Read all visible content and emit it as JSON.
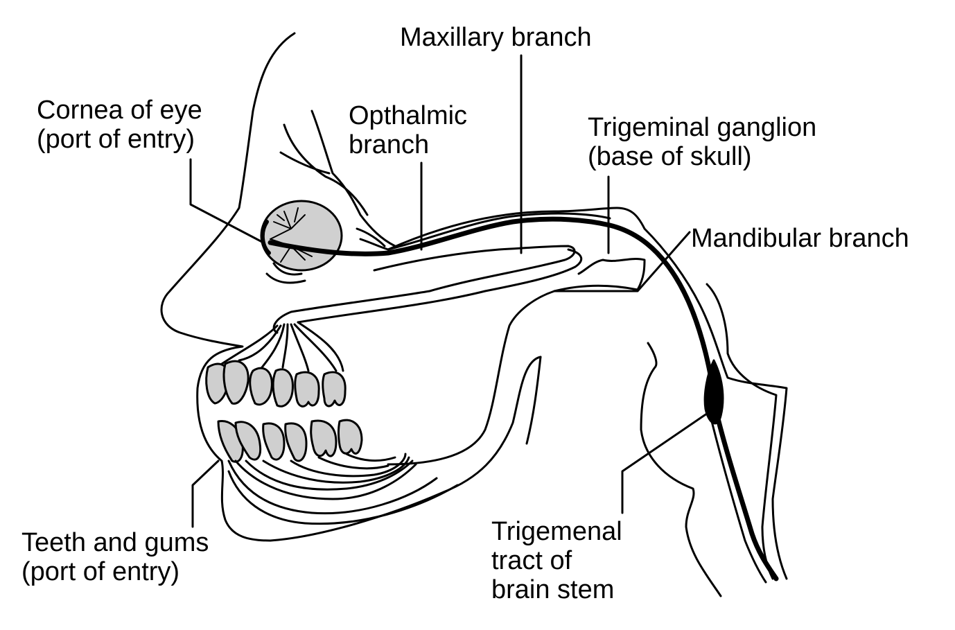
{
  "labels": {
    "maxillary": [
      "Maxillary branch"
    ],
    "cornea": [
      "Cornea of eye",
      "(port of entry)"
    ],
    "opthalmic": [
      "Opthalmic",
      "branch"
    ],
    "ganglion": [
      "Trigeminal ganglion",
      "(base of skull)"
    ],
    "mandibular": [
      "Mandibular branch"
    ],
    "teeth": [
      "Teeth and gums",
      "(port of entry)"
    ],
    "tract": [
      "Trigemenal",
      "tract of",
      "brain stem"
    ]
  },
  "colors": {
    "line": "#000000",
    "fill_gray": "#cfcfcf",
    "background": "#ffffff"
  }
}
